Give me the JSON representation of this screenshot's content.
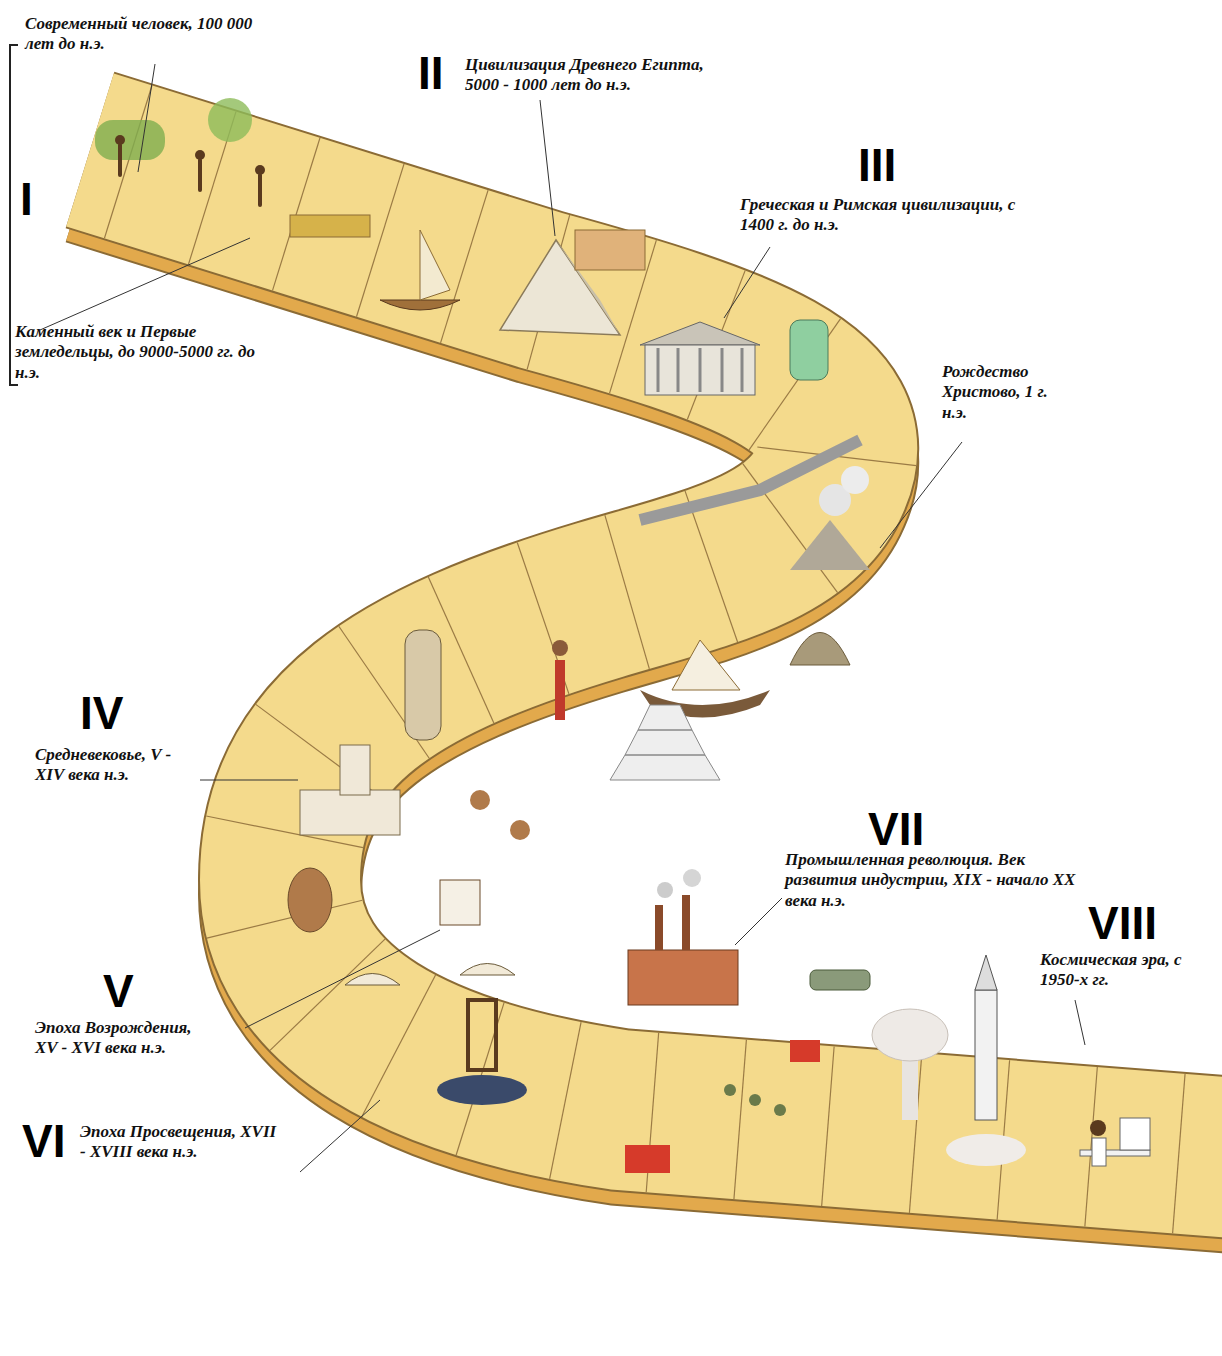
{
  "diagram": {
    "labels": [
      "Современный человек, 100 000 лет до н.э.",
      "I",
      "Каменный век и Первые земледельцы, до 9000-5000 гг. до н.э.",
      "II",
      "Цивилизация Древнего Египта, 5000 - 1000 лет до н.э.",
      "III",
      "Греческая и Римская цивилизации, с 1400 г. до н.э.",
      "Рождество Христово, 1 г. н.э.",
      "IV",
      "Средневековье, V - XIV века н.э.",
      "V",
      "Эпоха Возрождения, XV - XVI века н.э.",
      "VI",
      "Эпоха Просвещения, XVII - XVIII века н.э.",
      "VII",
      "Промышленная революция. Век развития индустрии, XIX - начало XX века н.э.",
      "VIII",
      "Космическая эра, с 1950-х гг."
    ]
  }
}
